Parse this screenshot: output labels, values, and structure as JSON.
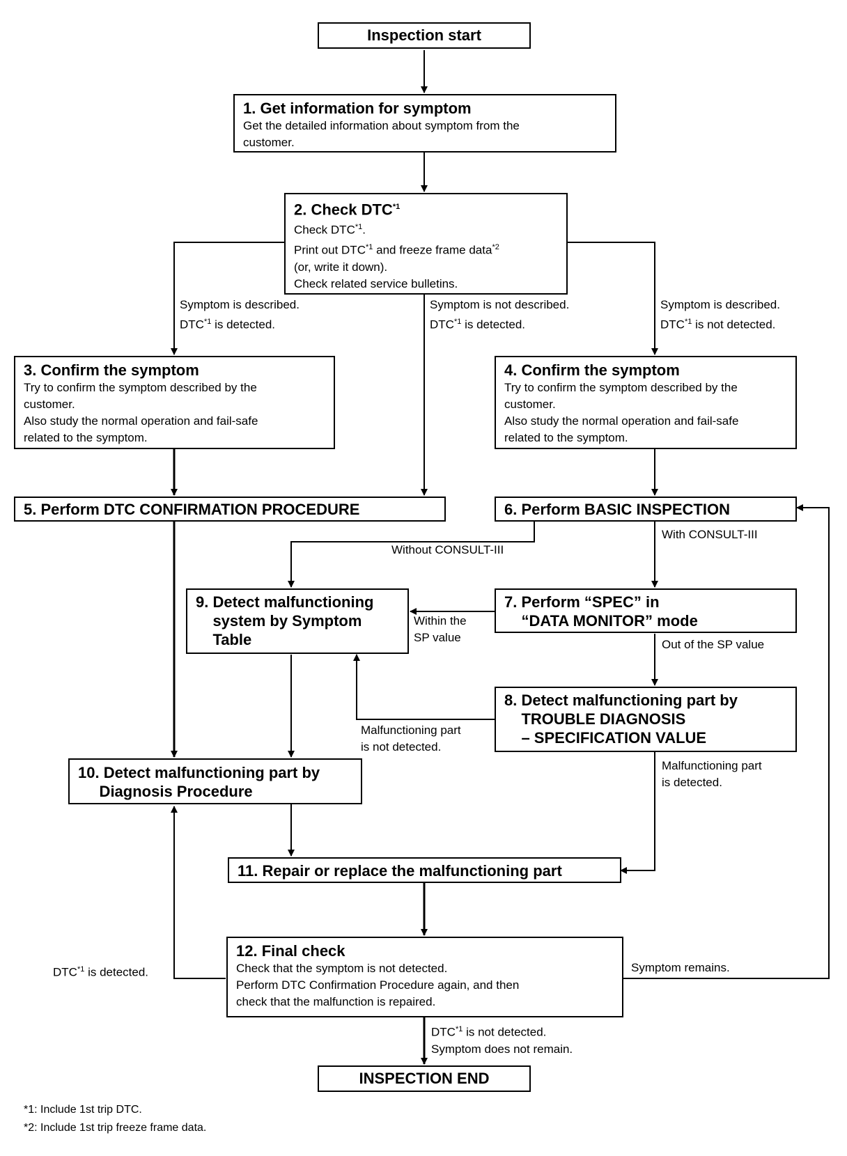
{
  "start": "Inspection start",
  "end": "INSPECTION END",
  "steps": {
    "s1": {
      "title": "1. Get information for symptom",
      "desc": "Get the detailed information about symptom from the\ncustomer."
    },
    "s2": {
      "title": "2. Check DTC*1",
      "desc": "Check DTC*1.\nPrint out DTC*1 and freeze frame data*2\n(or, write it down).\nCheck related service bulletins."
    },
    "s3": {
      "title": "3. Confirm the symptom",
      "desc": "Try to confirm the symptom described by the\ncustomer.\nAlso study the normal operation and fail-safe\nrelated to the symptom."
    },
    "s4": {
      "title": "4. Confirm the symptom",
      "desc": "Try to confirm the symptom described by the\ncustomer.\nAlso study the normal operation and fail-safe\nrelated to the symptom."
    },
    "s5": {
      "title": "5. Perform DTC CONFIRMATION PROCEDURE"
    },
    "s6": {
      "title": "6. Perform BASIC INSPECTION"
    },
    "s7": {
      "title": "7. Perform “SPEC” in\n    “DATA MONITOR” mode"
    },
    "s8": {
      "title": "8. Detect malfunctioning part by\n    TROUBLE DIAGNOSIS\n    – SPECIFICATION VALUE"
    },
    "s9": {
      "title": "9. Detect malfunctioning\n    system by Symptom\n    Table"
    },
    "s10": {
      "title": "10. Detect malfunctioning part by\n     Diagnosis Procedure"
    },
    "s11": {
      "title": "11. Repair or replace the malfunctioning part"
    },
    "s12": {
      "title": "12. Final check",
      "desc": "Check that the symptom is not detected.\nPerform DTC Confirmation Procedure again, and then\ncheck that the malfunction is repaired."
    }
  },
  "labels": {
    "left_branch": "Symptom is described.\nDTC*1 is detected.",
    "mid_branch": "Symptom is not described.\nDTC*1 is detected.",
    "right_branch": "Symptom is described.\nDTC*1 is not detected.",
    "without_consult": "Without CONSULT-III",
    "with_consult": "With CONSULT-III",
    "within_sp": "Within the\nSP value",
    "out_sp": "Out of the SP value",
    "not_detected_part": "Malfunctioning part\nis not detected.",
    "detected_part": "Malfunctioning part\nis detected.",
    "dtc_detected": "DTC*1 is detected.",
    "symptom_remains": "Symptom remains.",
    "end_cond": "DTC*1 is not detected.\nSymptom does not remain."
  },
  "footnotes": [
    "*1: Include 1st trip DTC.",
    "*2: Include 1st trip freeze frame data."
  ]
}
